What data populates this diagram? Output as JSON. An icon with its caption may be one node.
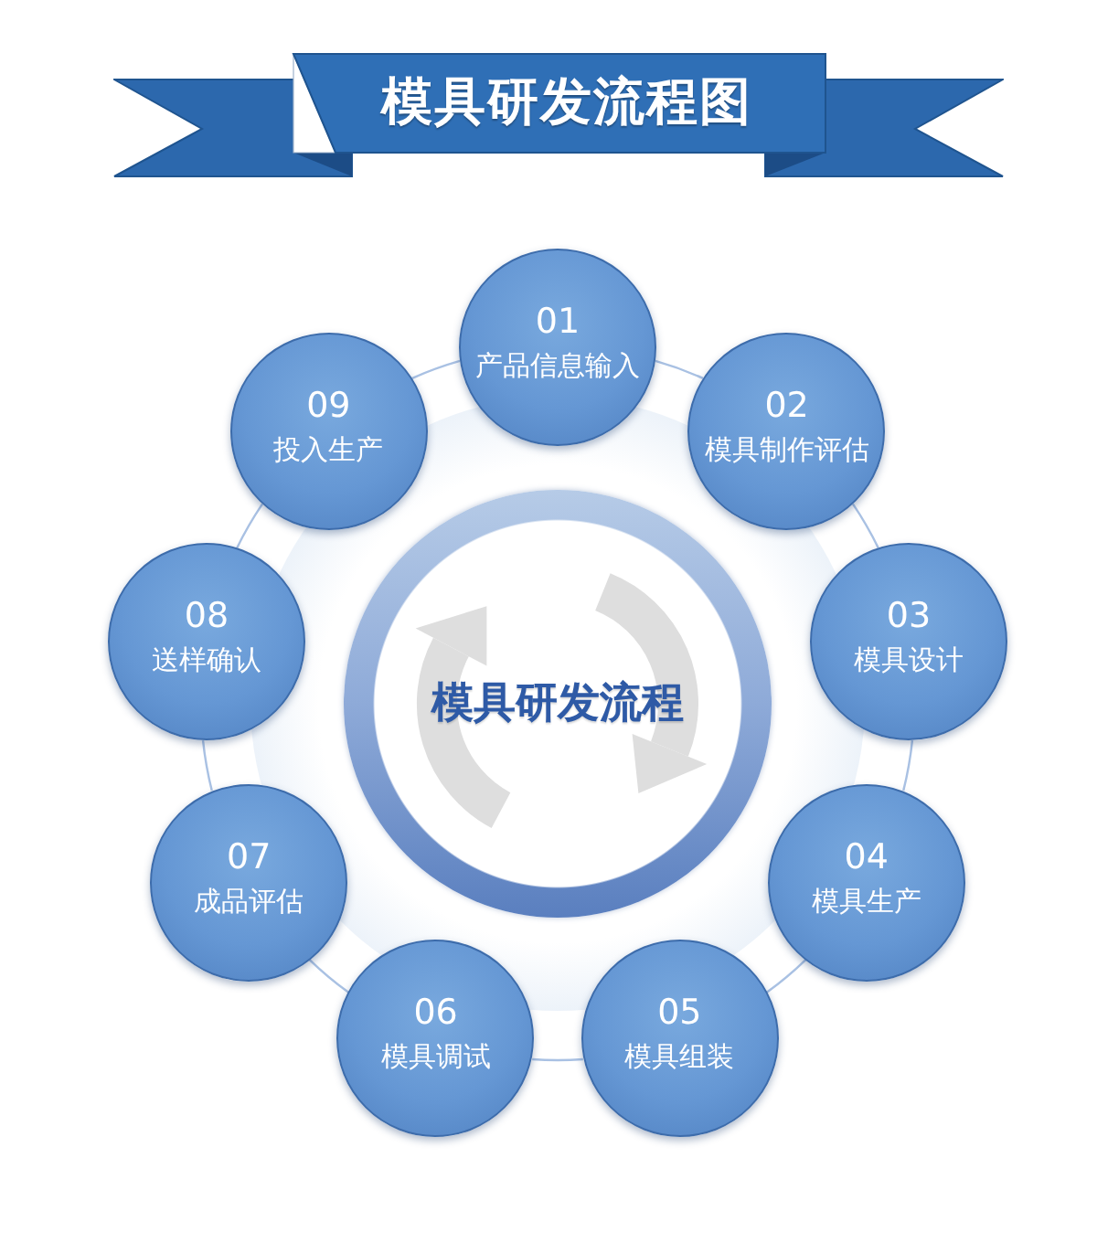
{
  "diagram": {
    "title": "模具研发流程图",
    "nodes": [
      {
        "text": [
          "01",
          "产品信息输入"
        ]
      },
      {
        "text": [
          "02",
          "模具制作评估"
        ]
      },
      {
        "text": [
          "03",
          "模具设计"
        ]
      },
      {
        "text": [
          "04",
          "模具生产"
        ]
      },
      {
        "text": [
          "05",
          "模具组装"
        ]
      },
      {
        "text": [
          "06",
          "模具调试"
        ]
      },
      {
        "text": [
          "07",
          "成品评估"
        ]
      },
      {
        "text": [
          "08",
          "送样确认"
        ]
      },
      {
        "text": [
          "09",
          "投入生产"
        ]
      },
      {
        "text": [
          "模具研发流程"
        ]
      }
    ],
    "edges": [
      {
        "from": 0,
        "to": 1,
        "arrow": "none"
      },
      {
        "from": 1,
        "to": 2,
        "arrow": "none"
      },
      {
        "from": 2,
        "to": 3,
        "arrow": "none"
      },
      {
        "from": 3,
        "to": 4,
        "arrow": "none"
      },
      {
        "from": 4,
        "to": 5,
        "arrow": "none"
      },
      {
        "from": 5,
        "to": 6,
        "arrow": "none"
      },
      {
        "from": 6,
        "to": 7,
        "arrow": "none"
      },
      {
        "from": 7,
        "to": 8,
        "arrow": "none"
      },
      {
        "from": 8,
        "to": 0,
        "arrow": "none"
      }
    ]
  }
}
